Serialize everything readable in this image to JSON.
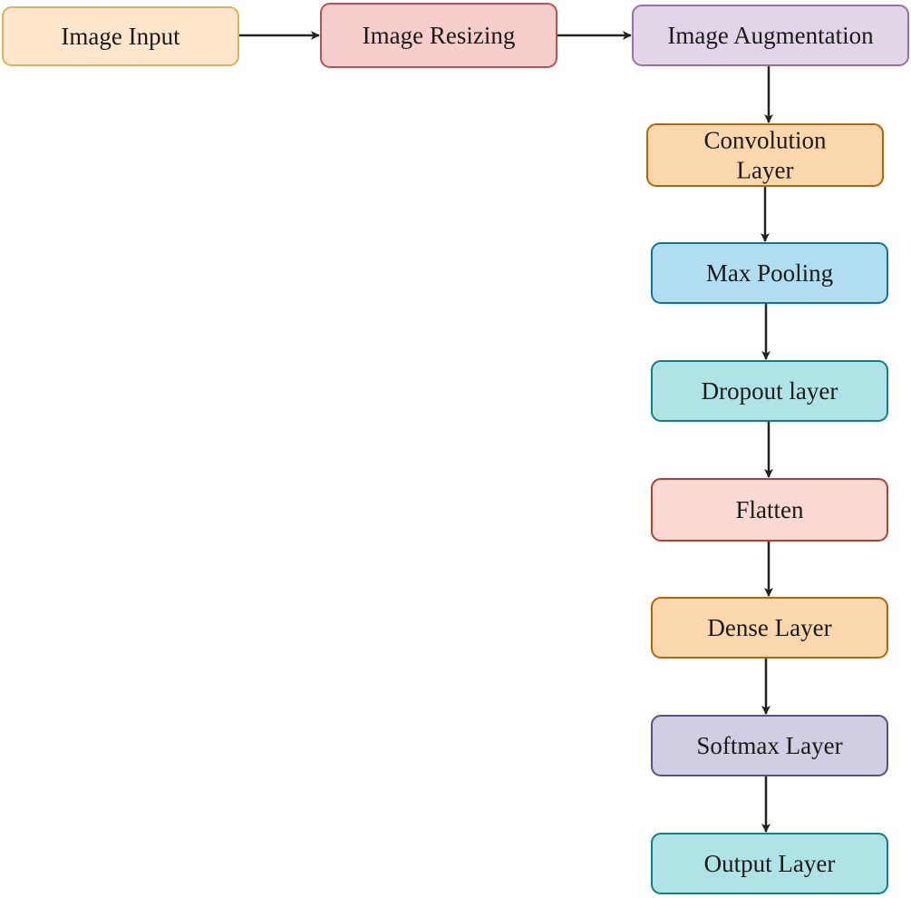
{
  "nodes": [
    {
      "id": "image-input",
      "label": [
        "Image Input"
      ],
      "fill": "#FFE6CC",
      "stroke": "#D6B656"
    },
    {
      "id": "image-resizing",
      "label": [
        "Image Resizing"
      ],
      "fill": "#F8CECC",
      "stroke": "#B85450"
    },
    {
      "id": "image-augmentation",
      "label": [
        "Image Augmentation"
      ],
      "fill": "#E1D5E7",
      "stroke": "#9673A6"
    },
    {
      "id": "convolution-layer",
      "label": [
        "Convolution",
        "Layer"
      ],
      "fill": "#FAD7AC",
      "stroke": "#B46504"
    },
    {
      "id": "max-pooling",
      "label": [
        "Max Pooling"
      ],
      "fill": "#B1DDF0",
      "stroke": "#10739E"
    },
    {
      "id": "dropout-layer",
      "label": [
        "Dropout layer"
      ],
      "fill": "#B0E3E6",
      "stroke": "#0E8088"
    },
    {
      "id": "flatten",
      "label": [
        "Flatten"
      ],
      "fill": "#FAD9D5",
      "stroke": "#AE4132"
    },
    {
      "id": "dense-layer",
      "label": [
        "Dense Layer"
      ],
      "fill": "#FAD7AC",
      "stroke": "#B46504"
    },
    {
      "id": "softmax-layer",
      "label": [
        "Softmax Layer"
      ],
      "fill": "#D0CEE2",
      "stroke": "#56517E"
    },
    {
      "id": "output-layer",
      "label": [
        "Output Layer"
      ],
      "fill": "#B0E3E6",
      "stroke": "#0E8088"
    }
  ],
  "edges": [
    {
      "from": "image-input",
      "to": "image-resizing"
    },
    {
      "from": "image-resizing",
      "to": "image-augmentation"
    },
    {
      "from": "image-augmentation",
      "to": "convolution-layer"
    },
    {
      "from": "convolution-layer",
      "to": "max-pooling"
    },
    {
      "from": "max-pooling",
      "to": "dropout-layer"
    },
    {
      "from": "dropout-layer",
      "to": "flatten"
    },
    {
      "from": "flatten",
      "to": "dense-layer"
    },
    {
      "from": "dense-layer",
      "to": "softmax-layer"
    },
    {
      "from": "softmax-layer",
      "to": "output-layer"
    }
  ],
  "colors": {
    "edge": "#222222",
    "text": "#1a1a1a"
  }
}
